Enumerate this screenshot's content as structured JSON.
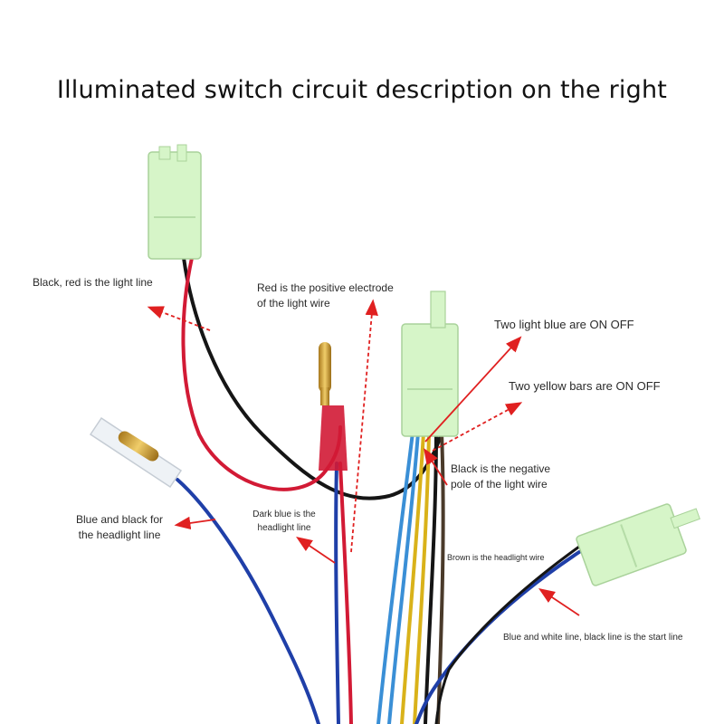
{
  "title": "Illuminated switch circuit description on the right",
  "colors": {
    "red_wire": "#d21a35",
    "black_wire": "#151515",
    "blue_wire": "#1f3fa8",
    "light_blue_wire": "#3a8fd6",
    "yellow_wire": "#d9b21a",
    "brown_wire": "#4a3a2a",
    "arrow": "#e02020",
    "connector": "#d6f5c8"
  },
  "labels": {
    "black_red_light": "Black, red is the light line",
    "red_positive_l1": "Red is the positive electrode",
    "red_positive_l2": "of the light wire",
    "two_light_blue": "Two light blue are ON OFF",
    "two_yellow": "Two yellow bars are ON OFF",
    "black_negative_l1": "Black is the negative",
    "black_negative_l2": "pole of the light wire",
    "blue_black_l1": "Blue and black for",
    "blue_black_l2": "the headlight line",
    "dark_blue_l1": "Dark blue is the",
    "dark_blue_l2": "headlight line",
    "brown_headlight": "Brown is the headlight wire",
    "start_line": "Blue and white line, black line is the start line"
  }
}
